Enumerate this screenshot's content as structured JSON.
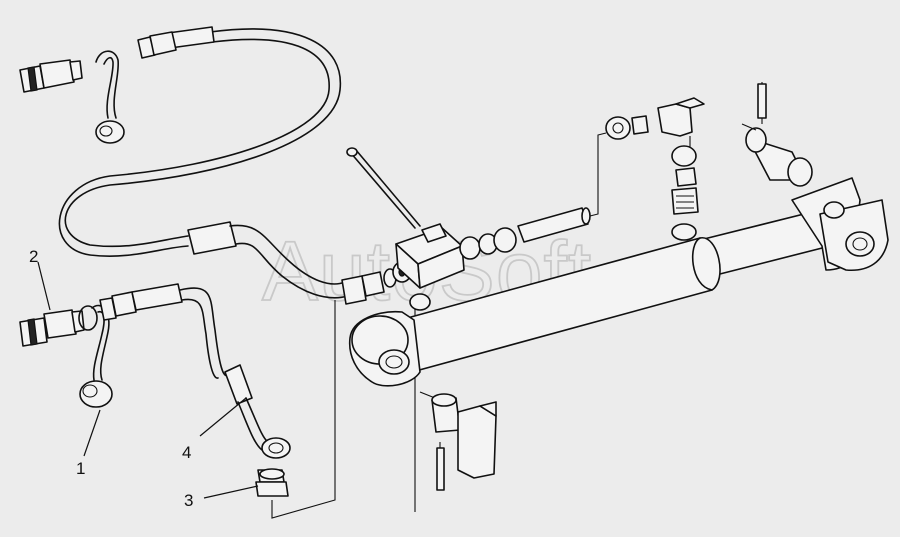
{
  "watermark": "AutoSoft",
  "callouts": [
    {
      "id": "1",
      "label": "1"
    },
    {
      "id": "2",
      "label": "2"
    },
    {
      "id": "3",
      "label": "3"
    },
    {
      "id": "4",
      "label": "4"
    }
  ],
  "colors": {
    "background": "#ececec",
    "ink": "#111111",
    "part_fill": "#f4f4f4",
    "watermark": "#c9c9c9"
  }
}
